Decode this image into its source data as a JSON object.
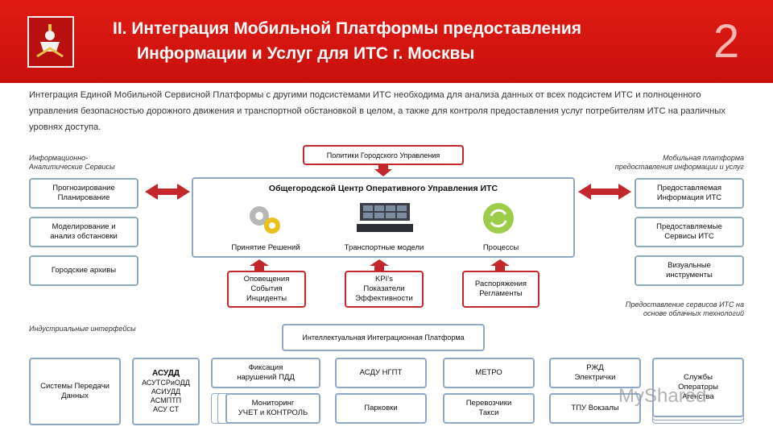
{
  "header": {
    "title_line1": "II. Интеграция Мобильной Платформы предоставления",
    "title_line2": "Информации и Услуг для ИТС г. Москвы",
    "slide_number": "2"
  },
  "intro": "Интеграция Единой Мобильной Сервисной Платформы с другими подсистемами ИТС необходима для анализа данных от всех подсистем ИТС и полноценного управления безопасностью дорожного движения и транспортной обстановкой в целом, а также для контроля предоставления услуг потребителям ИТС на различных уровнях доступа.",
  "labels": {
    "left_group": "Информационно-\nАналитические Сервисы",
    "right_group": "Мобильная платформа\nпредоставления информации и услуг",
    "cloud": "Предоставление сервисов ИТС на\nоснове облачных технологий",
    "industrial": "Индустриальные интерфейсы"
  },
  "policy": "Политики Городского Управления",
  "center": {
    "title": "Общегородской Центр Оперативного Управления ИТС",
    "cap_decisions": "Принятие Решений",
    "cap_models": "Транспортные модели",
    "cap_processes": "Процессы"
  },
  "left_boxes": [
    "Прогнозирование\nПланирование",
    "Моделирование и\nанализ обстановки",
    "Городские архивы"
  ],
  "right_boxes": [
    "Предоставляемая\nИнформация ИТС",
    "Предоставляемые\nСервисы ИТС",
    "Визуальные\nинструменты"
  ],
  "red_boxes": [
    "Оповещения\nСобытия\nИнциденты",
    "KPI’s\nПоказатели\nЭффективности",
    "Распоряжения\nРегламенты"
  ],
  "platform": "Интеллектуальная Интеграционная Платформа",
  "bottom": {
    "systems": "Системы Передачи\nДанных",
    "asudd_title": "АСУДД",
    "asudd_list": "АСУТСРиОДД\nАСИУДД\nАСМПТП\nАСУ СТ",
    "violations": "Фиксация\nнарушений ПДД",
    "monitoring": "Мониторинг\nУЧЕТ и КОНТРОЛЬ",
    "asdu": "АСДУ НГПТ",
    "parking": "Парковки",
    "metro": "МЕТРО",
    "taxi": "Перевозчики\nТакси",
    "rzd": "РЖД\nЭлектрички",
    "tpu": "ТПУ Вокзалы",
    "services": "Службы\nОператоры\nАгенства"
  },
  "watermark": "MyShared",
  "colors": {
    "header_red": "#d9140e",
    "box_border": "#8fa9c6",
    "accent_red": "#c4272b"
  }
}
